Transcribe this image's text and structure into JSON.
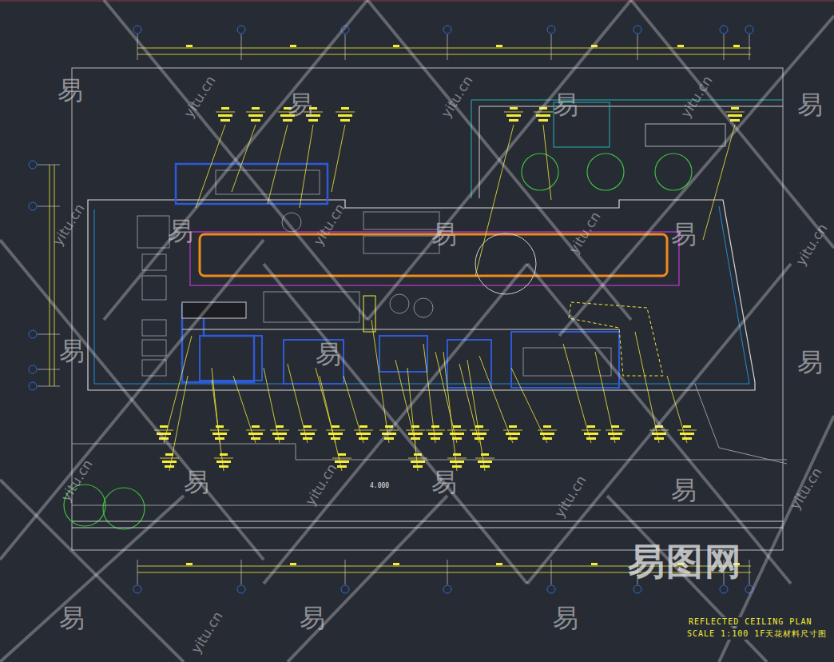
{
  "diagram": {
    "title": "REFLECTED CEILING PLAN",
    "caption": "SCALE 1:100 1F天花材料尺寸图",
    "labels": [
      "易",
      "易",
      "易",
      "易",
      "易",
      "易",
      "易",
      "易",
      "易",
      "易",
      "易",
      "易",
      "易",
      "易",
      "易",
      "易",
      "yitu.cn",
      "yitu.cn",
      "yitu.cn",
      "yitu.cn",
      "yitu.cn",
      "yitu.cn",
      "yitu.cn",
      "yitu.cn",
      "yitu.cn",
      "yitu.cn",
      "yitu.cn",
      "yitu.cn",
      "易图网",
      "4.000"
    ]
  }
}
